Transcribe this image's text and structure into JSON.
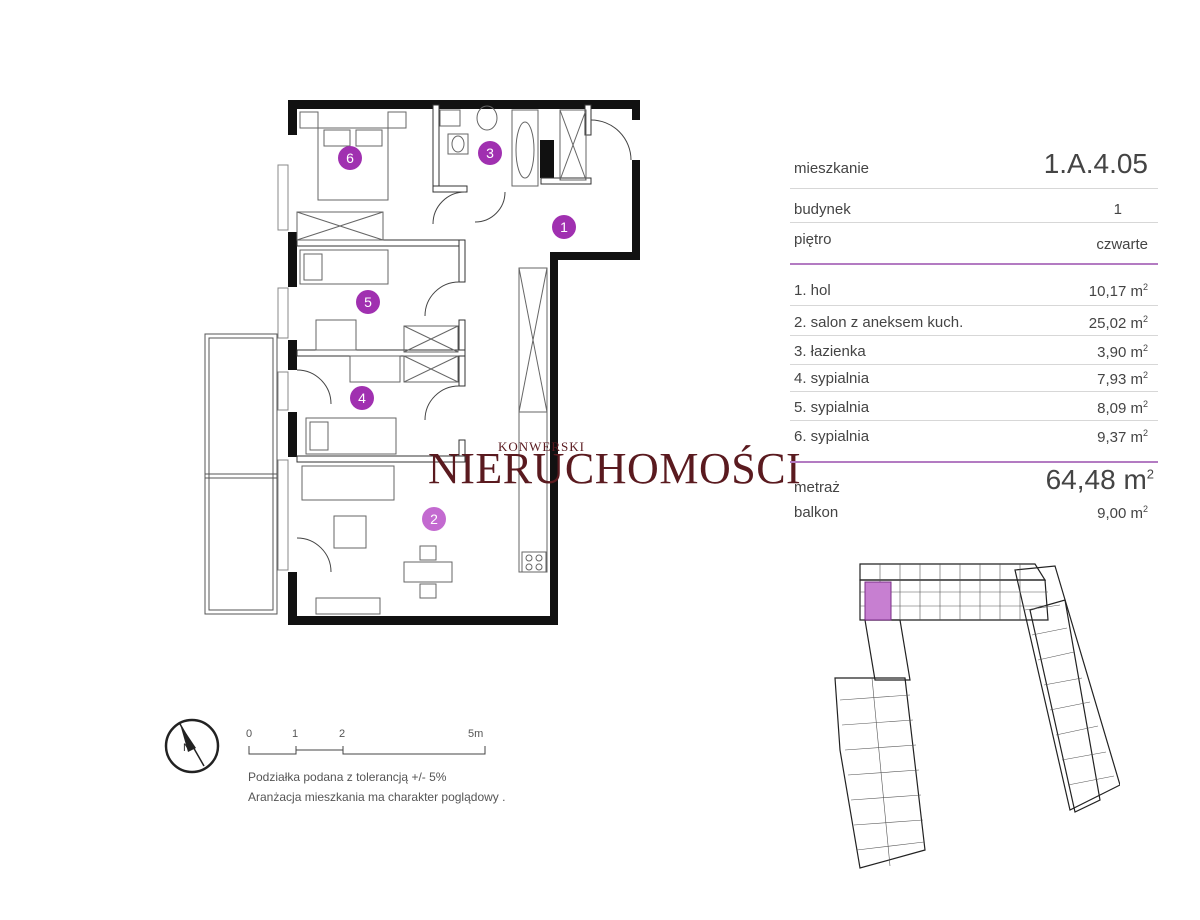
{
  "info": {
    "apartment_label": "mieszkanie",
    "apartment_value": "1.A.4.05",
    "building_label": "budynek",
    "building_value": "1",
    "floor_label": "piętro",
    "floor_value": "czwarte",
    "rooms": [
      {
        "label": "1. hol",
        "area": "10,17 m"
      },
      {
        "label": "2. salon z aneksem kuch.",
        "area": "25,02 m"
      },
      {
        "label": "3. łazienka",
        "area": "3,90 m"
      },
      {
        "label": "4. sypialnia",
        "area": "7,93 m"
      },
      {
        "label": "5. sypialnia",
        "area": "8,09 m"
      },
      {
        "label": "6. sypialnia",
        "area": "9,37 m"
      }
    ],
    "area_label": "metraż",
    "area_value": "64,48 m",
    "balcony_label": "balkon",
    "balcony_value": "9,00 m",
    "unit_sup": "2"
  },
  "plan": {
    "room_numbers": [
      "1",
      "2",
      "3",
      "4",
      "5",
      "6"
    ],
    "accent_color": "#a030b0",
    "wall_color": "#111111"
  },
  "watermark": {
    "top": "KONWERSKI",
    "main": "NIERUCHOMOŚCI"
  },
  "scale": {
    "ticks": [
      "0",
      "1",
      "2",
      "5m"
    ],
    "compass": "N"
  },
  "notes": [
    "Podziałka podana z tolerancją +/- 5%",
    "Aranżacja mieszkania ma charakter poglądowy ."
  ]
}
